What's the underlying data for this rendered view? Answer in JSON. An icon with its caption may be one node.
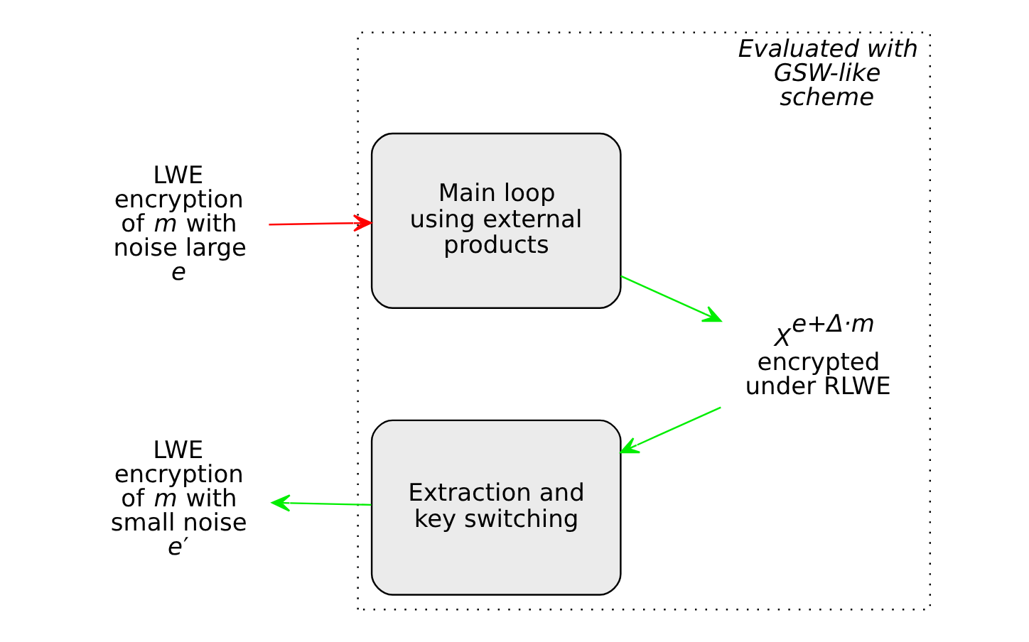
{
  "diagram": {
    "nodes": [
      {
        "text": [
          "Evaluated with GSW-like scheme"
        ]
      },
      {
        "text": [
          "LWE encryption of *m* with noise large *e*"
        ]
      },
      {
        "text": [
          "Main loop using external products"
        ],
        "in": 0
      },
      {
        "text": [
          "*X*$^{e+Δ·m}$ encrypted under RLWE"
        ],
        "in": 0
      },
      {
        "text": [
          "Extraction and key switching"
        ],
        "in": 0
      },
      {
        "text": [
          "LWE encryption of *m* with small noise *e*′"
        ]
      }
    ],
    "edges": [
      {
        "from": 1,
        "to": 2,
        "arrow": "to",
        "color": "#ff0000"
      },
      {
        "from": 2,
        "to": 3,
        "arrow": "to"
      },
      {
        "from": 3,
        "to": 4,
        "arrow": "to"
      },
      {
        "from": 4,
        "to": 5,
        "arrow": "to"
      }
    ]
  }
}
